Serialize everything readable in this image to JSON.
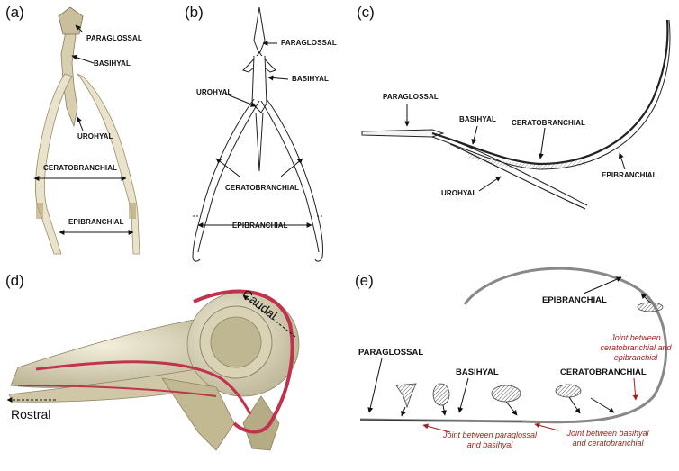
{
  "panels": {
    "a": {
      "label": "(a)",
      "paraglossal": "PARAGLOSSAL",
      "basihyal": "BASIHYAL",
      "urohyal": "UROHYAL",
      "ceratobranchial": "CERATOBRANCHIAL",
      "epibranchial": "EPIBRANCHIAL"
    },
    "b": {
      "label": "(b)",
      "paraglossal": "PARAGLOSSAL",
      "basihyal": "BASIHYAL",
      "urohyal": "UROHYAL",
      "ceratobranchial": "CERATOBRANCHIAL",
      "epibranchial": "EPIBRANCHIAL"
    },
    "c": {
      "label": "(c)",
      "paraglossal": "PARAGLOSSAL",
      "basihyal": "BASIHYAL",
      "ceratobranchial": "CERATOBRANCHIAL",
      "urohyal": "UROHYAL",
      "epibranchial": "EPIBRANCHIAL"
    },
    "d": {
      "label": "(d)",
      "caudal": "Caudal",
      "rostral": "Rostral"
    },
    "e": {
      "label": "(e)",
      "epibranchial": "EPIBRANCHIAL",
      "paraglossal": "PARAGLOSSAL",
      "basihyal": "BASIHYAL",
      "ceratobranchial": "CERATOBRANCHIAL",
      "joint_cerato_epi_1": "Joint between",
      "joint_cerato_epi_2": "ceratobranchial and",
      "joint_cerato_epi_3": "epibranchial",
      "joint_para_basi_1": "Joint between paraglossal",
      "joint_para_basi_2": "and basihyal",
      "joint_basi_cerato_1": "Joint between basihyal",
      "joint_basi_cerato_2": "and ceratobranchial"
    }
  },
  "colors": {
    "joint_text": "#a51c1c",
    "hyoid_red": "#c0334d",
    "bone": "#e6e0c6"
  }
}
